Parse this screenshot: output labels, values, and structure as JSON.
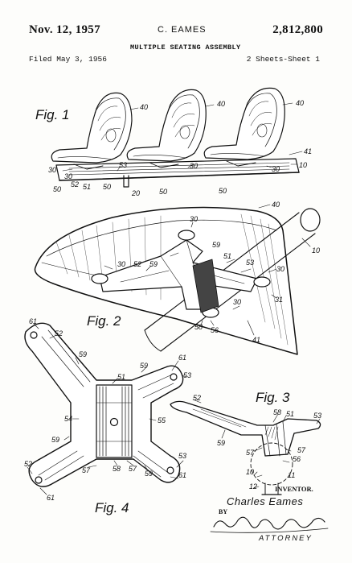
{
  "header": {
    "date": "Nov. 12, 1957",
    "inventor_short": "C. EAMES",
    "patent_number": "2,812,800",
    "title": "MULTIPLE SEATING ASSEMBLY",
    "filed": "Filed May 3, 1956",
    "sheets": "2 Sheets-Sheet 1"
  },
  "figures": {
    "fig1": "Fig. 1",
    "fig2": "Fig. 2",
    "fig3": "Fig. 3",
    "fig4": "Fig. 4"
  },
  "reference_numerals": {
    "fig1": [
      "40",
      "40",
      "40",
      "41",
      "30",
      "53",
      "30",
      "30",
      "10",
      "30",
      "52",
      "51",
      "50",
      "20",
      "50",
      "50",
      "50"
    ],
    "fig2": [
      "40",
      "30",
      "10",
      "59",
      "51",
      "53",
      "30",
      "30",
      "52",
      "59",
      "31",
      "30",
      "58",
      "56",
      "41"
    ],
    "fig3": [
      "52",
      "58",
      "51",
      "53",
      "59",
      "57",
      "56",
      "57",
      "10",
      "11",
      "12"
    ],
    "fig4": [
      "61",
      "52",
      "59",
      "61",
      "51",
      "59",
      "53",
      "54",
      "55",
      "59",
      "53",
      "57",
      "58",
      "57",
      "59",
      "61",
      "52",
      "61"
    ]
  },
  "footer": {
    "inventor_label": "INVENTOR.",
    "inventor_name": "Charles Eames",
    "by": "BY",
    "signature": "Lloyd A. Heneveld",
    "attorney": "ATTORNEY"
  },
  "colors": {
    "ink": "#111111",
    "paper": "#fdfdfb"
  }
}
